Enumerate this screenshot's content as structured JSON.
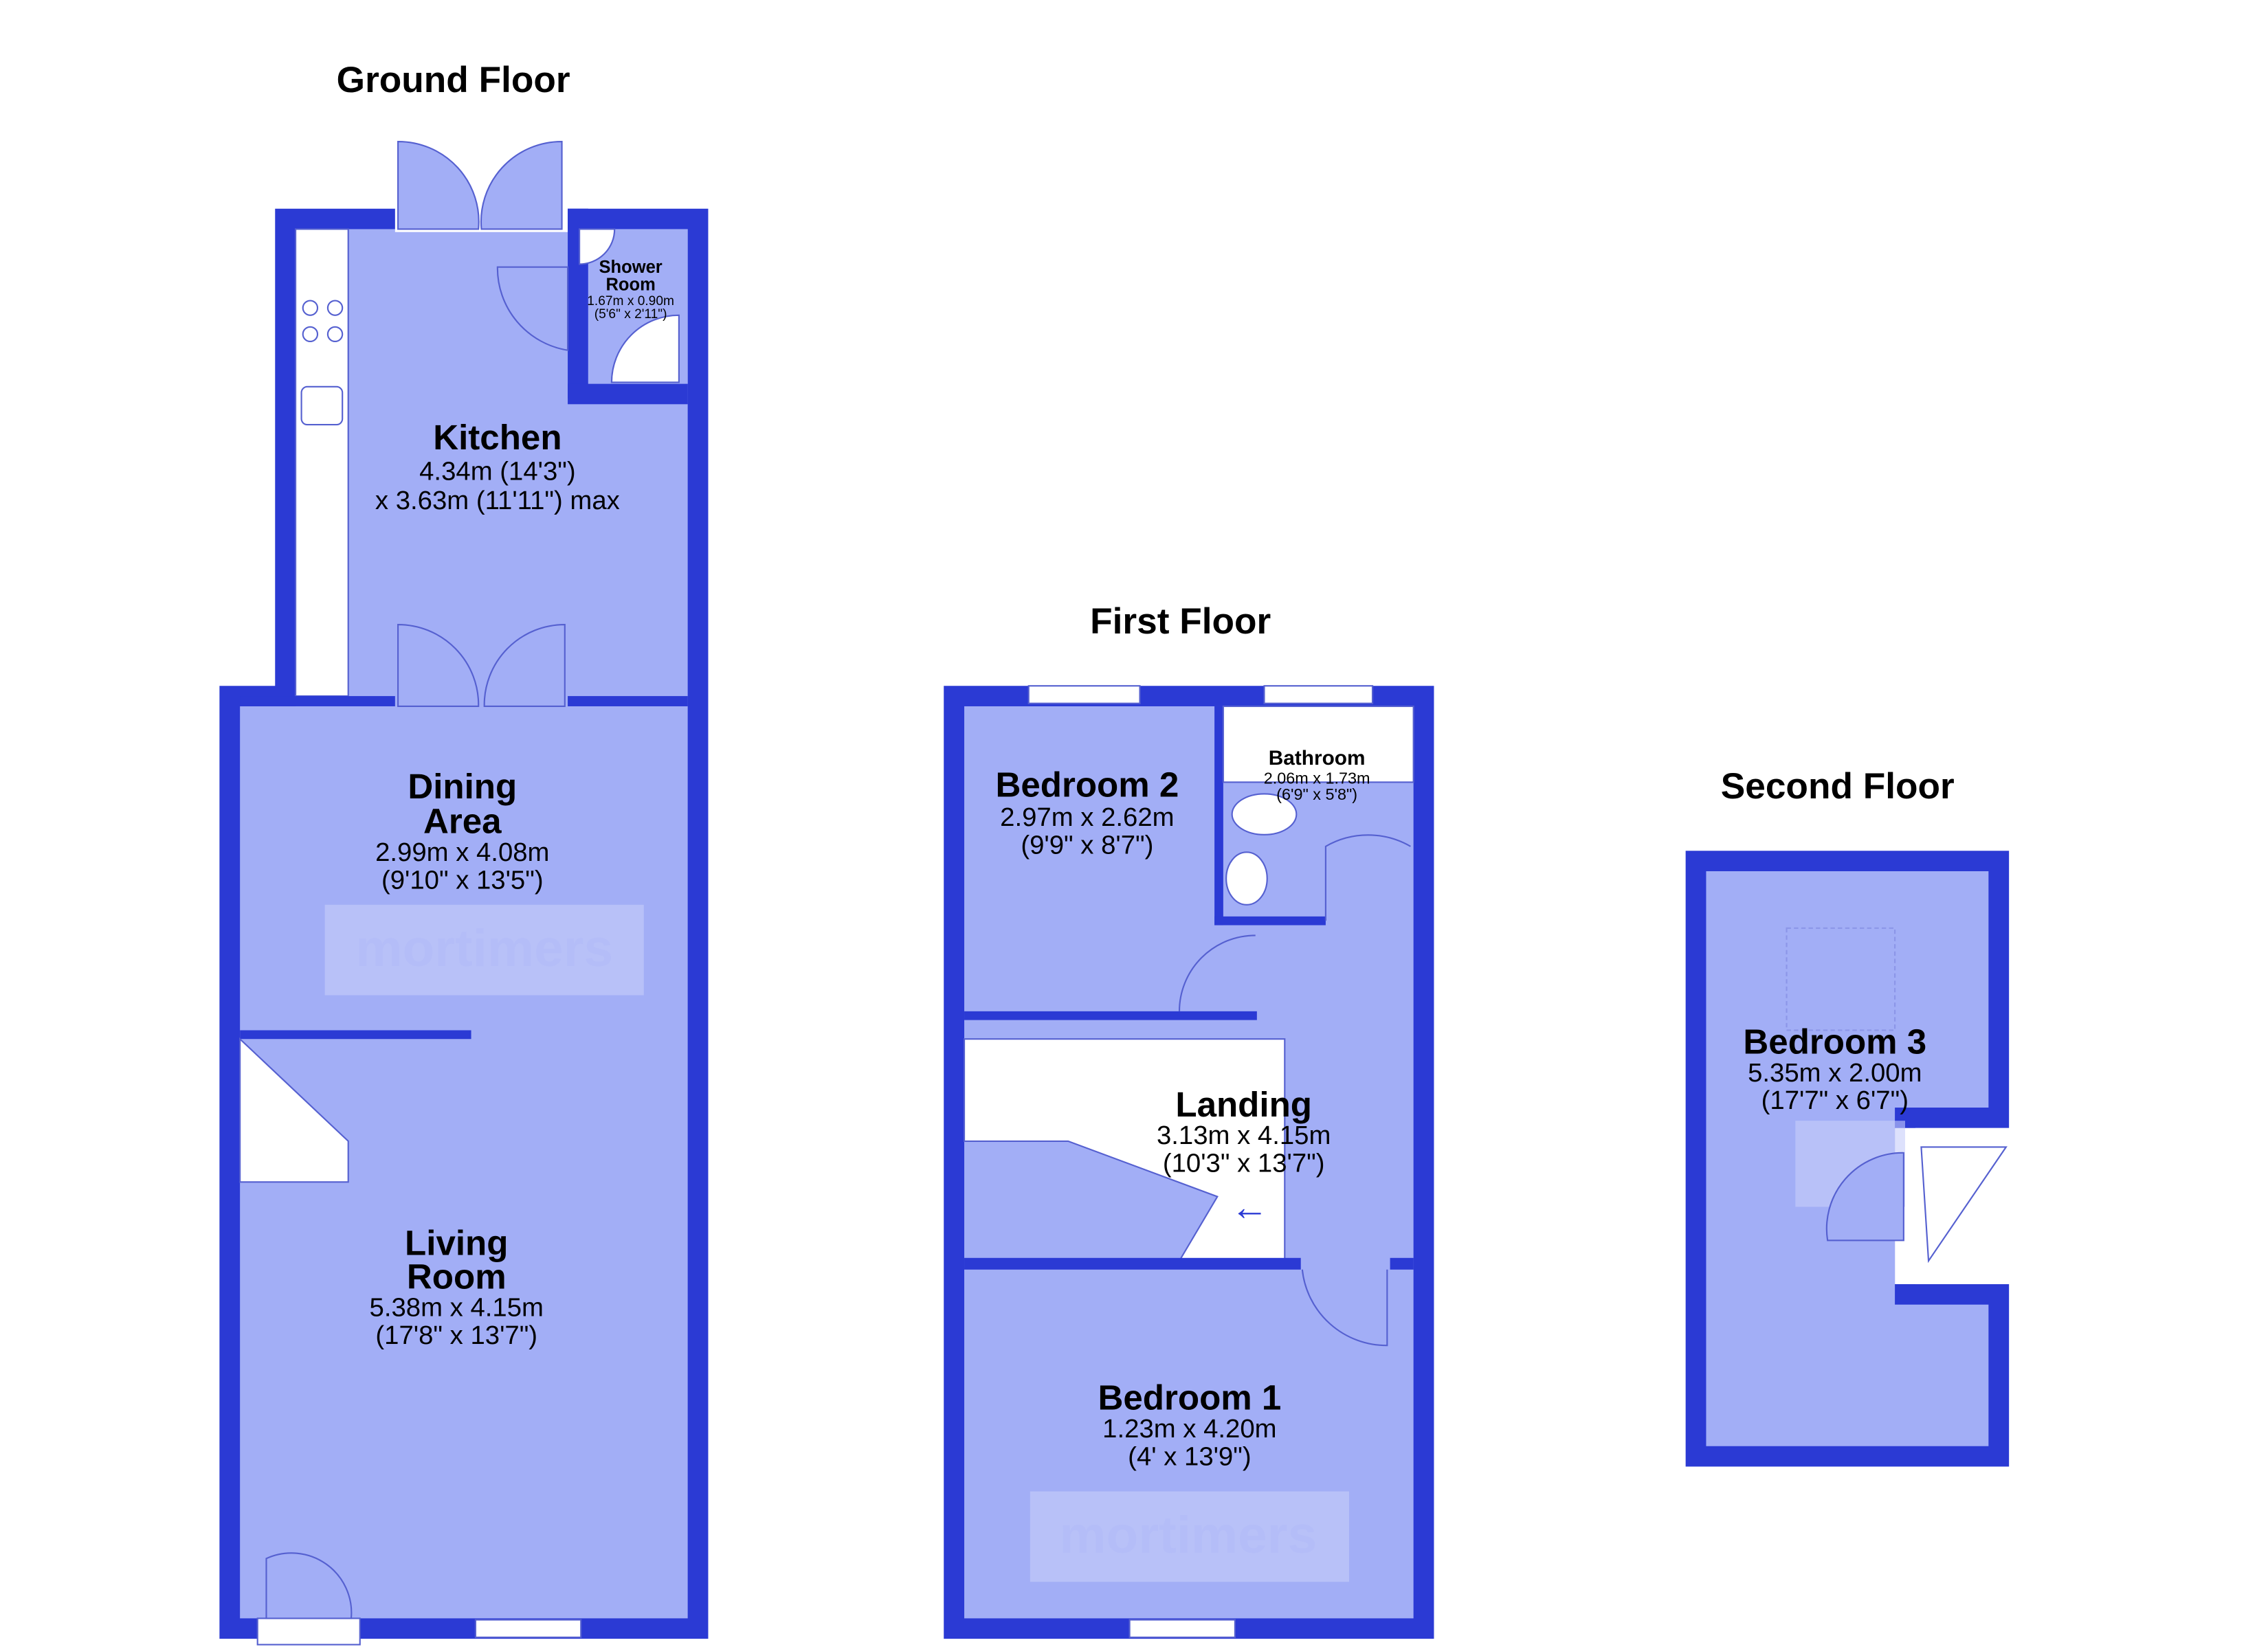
{
  "floors": {
    "ground": {
      "title": "Ground Floor",
      "rooms": [
        {
          "name": "Kitchen",
          "dims1": "4.34m (14'3\")",
          "dims2": "x 3.63m (11'11\") max"
        },
        {
          "name": "Shower",
          "name2": "Room",
          "dims1": "1.67m x 0.90m",
          "dims2": "(5'6\" x 2'11\")"
        },
        {
          "name": "Dining",
          "name2": "Area",
          "dims1": "2.99m x 4.08m",
          "dims2": "(9'10\" x 13'5\")"
        },
        {
          "name": "Living",
          "name2": "Room",
          "dims1": "5.38m x 4.15m",
          "dims2": "(17'8\" x 13'7\")"
        }
      ]
    },
    "first": {
      "title": "First Floor",
      "rooms": [
        {
          "name": "Bedroom 2",
          "dims1": "2.97m x 2.62m",
          "dims2": "(9'9\" x 8'7\")"
        },
        {
          "name": "Bathroom",
          "dims1": "2.06m x 1.73m",
          "dims2": "(6'9\" x 5'8\")"
        },
        {
          "name": "Landing",
          "dims1": "3.13m x 4.15m",
          "dims2": "(10'3\" x 13'7\")"
        },
        {
          "name": "Bedroom 1",
          "dims1": "1.23m x 4.20m",
          "dims2": "(4' x 13'9\")"
        }
      ]
    },
    "second": {
      "title": "Second Floor",
      "rooms": [
        {
          "name": "Bedroom 3",
          "dims1": "5.35m x 2.00m",
          "dims2": "(17'7\" x 6'7\")"
        }
      ]
    }
  },
  "watermark": "mortimers",
  "colors": {
    "wall": "#2b3ad4",
    "floor": "#a2aef6"
  }
}
